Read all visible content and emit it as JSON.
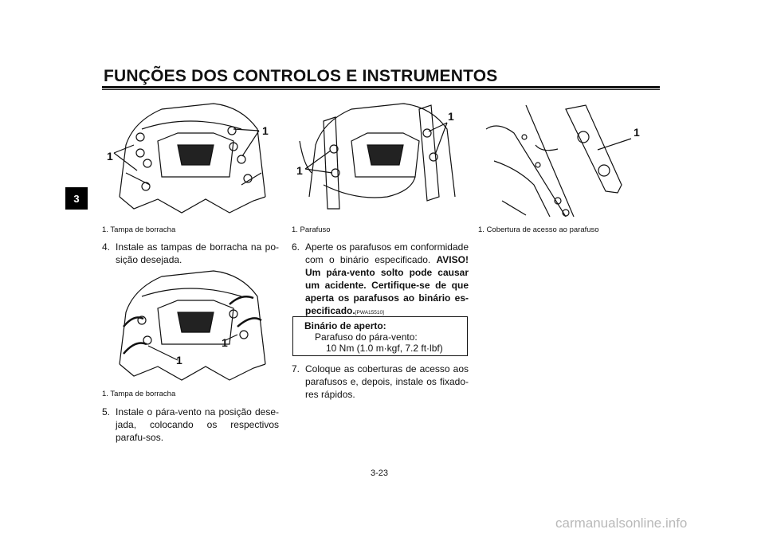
{
  "header": {
    "title": "FUNÇÕES DOS CONTROLOS E INSTRUMENTOS",
    "chapter": "3"
  },
  "figures": {
    "fig1": {
      "callouts": [
        "1",
        "1"
      ],
      "caption": "1.  Tampa de borracha"
    },
    "fig2": {
      "callouts": [
        "1",
        "1"
      ],
      "caption": "1.  Tampa de borracha"
    },
    "fig3": {
      "callouts": [
        "1",
        "1"
      ],
      "caption": "1.  Parafuso"
    },
    "fig4": {
      "callouts": [
        "1"
      ],
      "caption": "1.  Cobertura de acesso ao parafuso"
    }
  },
  "steps": {
    "s4": {
      "num": "4.",
      "text": "Instale as tampas de borracha na po-sição desejada."
    },
    "s5": {
      "num": "5.",
      "text": "Instale o pára-vento na posição dese-jada, colocando os respectivos parafu-sos."
    },
    "s6": {
      "num": "6.",
      "text": "Aperte os parafusos em conformidade com o binário especificado.",
      "warning": "AVISO! Um pára-vento solto pode causar um acidente. Certifique-se de que aperta os parafusos ao binário es-pecificado.",
      "code": "[PWA15510]"
    },
    "s7": {
      "num": "7.",
      "text": "Coloque as coberturas de acesso aos parafusos e, depois, instale os fixado-res rápidos."
    }
  },
  "torque": {
    "title": "Binário de aperto:",
    "item": "Parafuso do pára-vento:",
    "value": "10 Nm (1.0 m·kgf, 7.2 ft·lbf)"
  },
  "page_number": "3-23",
  "watermark": "carmanualsonline.info"
}
